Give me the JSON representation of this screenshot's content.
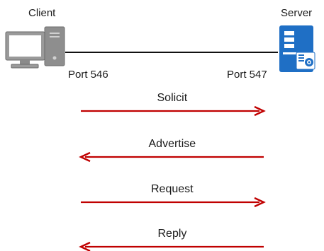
{
  "client": {
    "title": "Client",
    "port": "Port 546"
  },
  "server": {
    "title": "Server",
    "port": "Port 547"
  },
  "messages": [
    {
      "label": "Solicit",
      "direction": "client-to-server"
    },
    {
      "label": "Advertise",
      "direction": "server-to-client"
    },
    {
      "label": "Request",
      "direction": "client-to-server"
    },
    {
      "label": "Reply",
      "direction": "server-to-client"
    }
  ],
  "colors": {
    "arrow": "#c00000",
    "link": "#111111",
    "server_body": "#1f6fc5",
    "client_body": "#8c8c8c"
  }
}
